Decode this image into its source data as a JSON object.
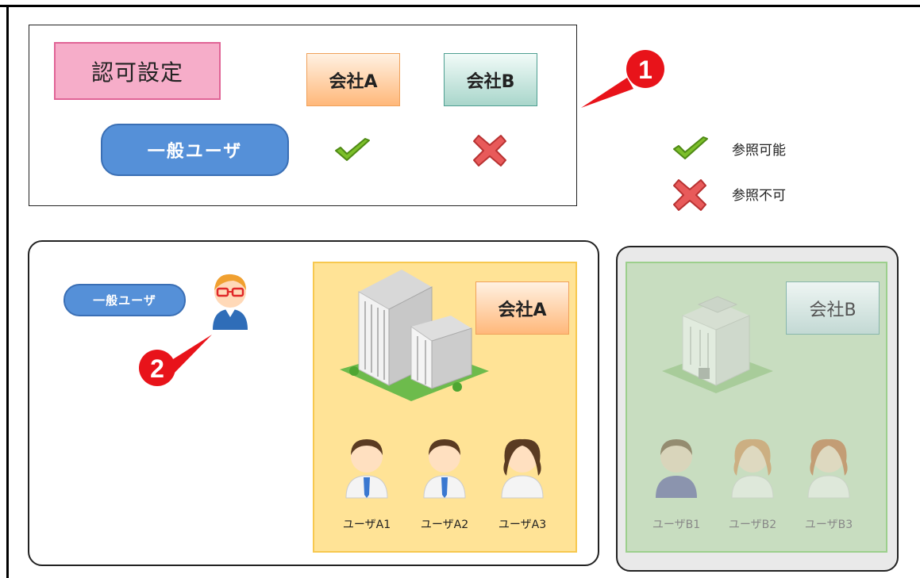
{
  "auth": {
    "title": "認可設定",
    "company_a": "会社A",
    "company_b": "会社B",
    "role": "一般ユーザ",
    "company_a_access": "check-icon",
    "company_b_access": "cross-icon"
  },
  "legend": {
    "allowed_label": "参照可能",
    "denied_label": "参照不可"
  },
  "markers": {
    "one": "1",
    "two": "2"
  },
  "left_panel": {
    "role": "一般ユーザ"
  },
  "company_a": {
    "name": "会社A",
    "users": [
      "ユーザA1",
      "ユーザA2",
      "ユーザA3"
    ]
  },
  "company_b": {
    "name": "会社B",
    "users": [
      "ユーザB1",
      "ユーザB2",
      "ユーザB3"
    ]
  },
  "colors": {
    "auth_title_bg": "#f6adc9",
    "role_pill": "#5590d8",
    "company_a_bg": "#ffe396",
    "company_b_bg": "#c8ddc0",
    "marker_red": "#e8131a",
    "check_green": "#7cbf2a",
    "cross_red": "#e85a5a"
  }
}
